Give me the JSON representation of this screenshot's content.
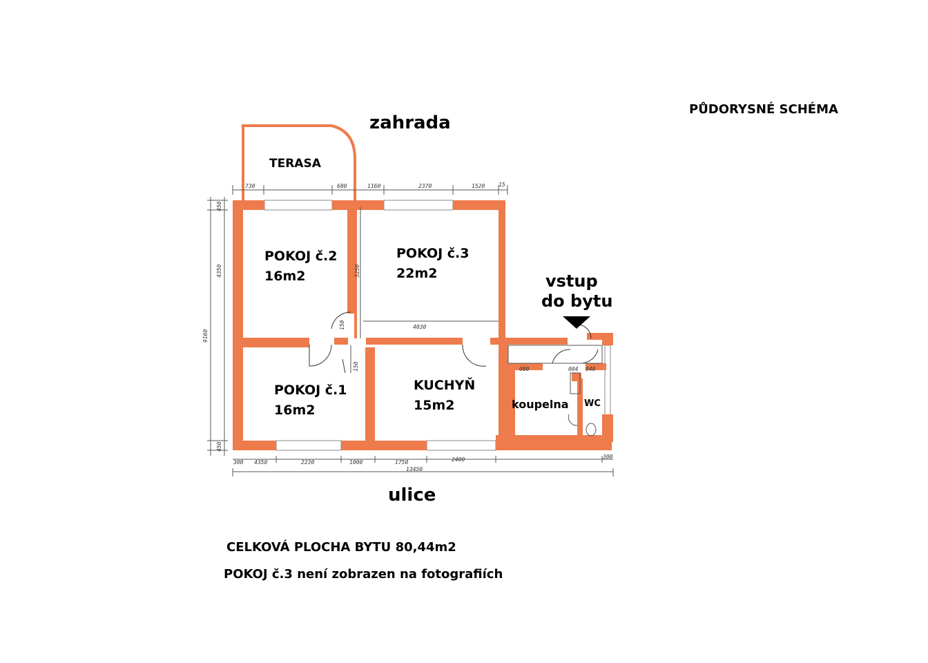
{
  "header": {
    "title": "PŮDORYSNÉ SCHÉMA"
  },
  "orientation": {
    "top": "zahrada",
    "bottom": "ulice"
  },
  "entrance": {
    "line1": "vstup",
    "line2": "do bytu"
  },
  "rooms": {
    "terasa": {
      "name": "TERASA"
    },
    "pokoj2": {
      "name": "POKOJ č.2",
      "area": "16m2"
    },
    "pokoj3": {
      "name": "POKOJ č.3",
      "area": "22m2"
    },
    "pokoj1": {
      "name": "POKOJ č.1",
      "area": "16m2"
    },
    "kuchyn": {
      "name": "KUCHYŇ",
      "area": "15m2"
    },
    "koupelna": {
      "name": "koupelna"
    },
    "wc": {
      "name": "WC"
    }
  },
  "dimensions": {
    "top": [
      "730",
      "680",
      "1160",
      "2370",
      "1520",
      "15"
    ],
    "bottom": [
      "300",
      "4350",
      "2230",
      "1000",
      "1750",
      "2400",
      "300"
    ],
    "total": "13450",
    "left": [
      "450",
      "4350",
      "9160",
      "450"
    ],
    "inner": [
      "3250",
      "4030",
      "150",
      "150",
      "080",
      "004",
      "040"
    ]
  },
  "footer": {
    "total_area": "CELKOVÁ PLOCHA BYTU 80,44m2",
    "note": "POKOJ č.3 není zobrazen na fotografiích"
  },
  "colors": {
    "wall": "#ee7b4b",
    "line": "#555555",
    "background": "#ffffff"
  }
}
